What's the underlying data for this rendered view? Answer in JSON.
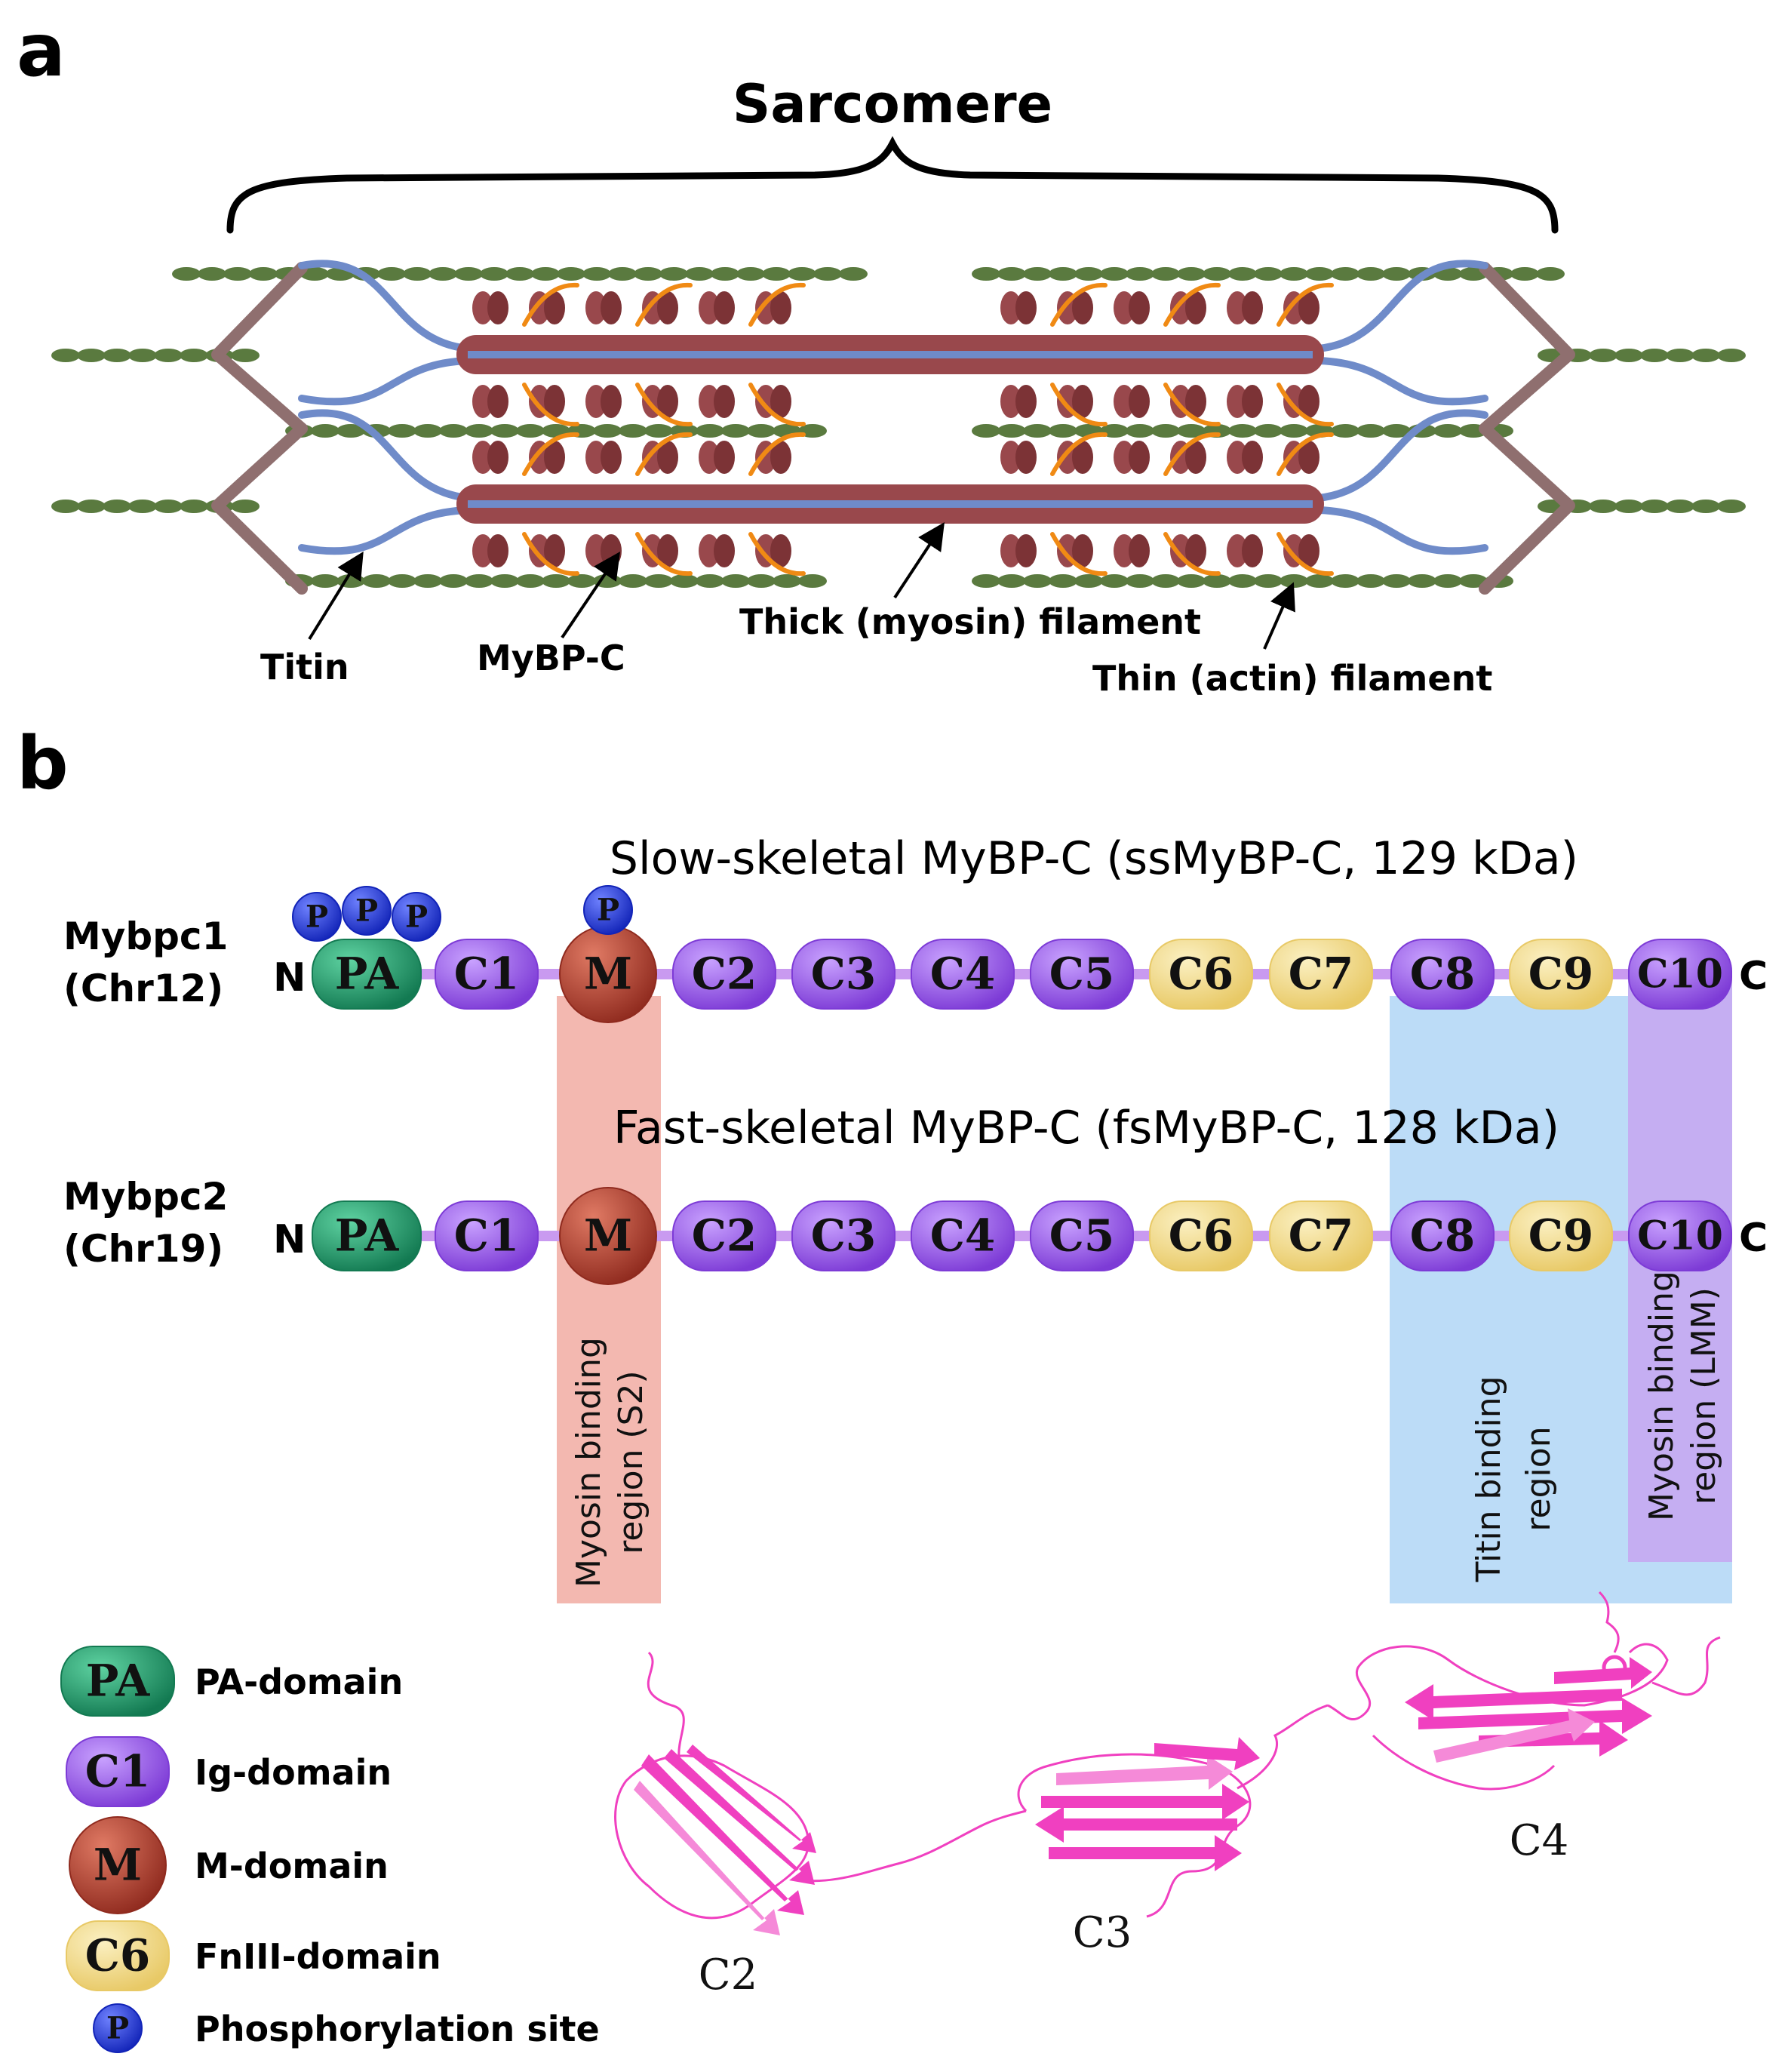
{
  "panel_a": {
    "letter": "a",
    "title": "Sarcomere",
    "labels": {
      "titin": "Titin",
      "mybpc": "MyBP-C",
      "thick": "Thick (myosin) filament",
      "thin": "Thin (actin) filament"
    }
  },
  "panel_b": {
    "letter": "b",
    "slow": {
      "title": "Slow-skeletal MyBP-C (ssMyBP-C, 129 kDa)",
      "gene": "Mybpc1",
      "chr": "(Chr12)"
    },
    "fast": {
      "title": "Fast-skeletal MyBP-C (fsMyBP-C, 128 kDa)",
      "gene": "Mybpc2",
      "chr": "(Chr19)"
    },
    "n_term": "N",
    "c_term": "C",
    "phospho_symbol": "P",
    "domains": [
      {
        "label": "PA",
        "type": "pa"
      },
      {
        "label": "C1",
        "type": "ig"
      },
      {
        "label": "M",
        "type": "m"
      },
      {
        "label": "C2",
        "type": "ig"
      },
      {
        "label": "C3",
        "type": "ig"
      },
      {
        "label": "C4",
        "type": "ig"
      },
      {
        "label": "C5",
        "type": "ig"
      },
      {
        "label": "C6",
        "type": "fn"
      },
      {
        "label": "C7",
        "type": "fn"
      },
      {
        "label": "C8",
        "type": "ig"
      },
      {
        "label": "C9",
        "type": "fn"
      },
      {
        "label": "C10",
        "type": "ig"
      }
    ],
    "regions": {
      "s2": [
        "Myosin binding",
        "region (S2)"
      ],
      "titin": [
        "Titin binding",
        "region"
      ],
      "lmm": [
        "Myosin binding",
        "region (LMM)"
      ]
    },
    "legend": [
      {
        "symbol": "PA",
        "text": "PA-domain",
        "type": "pa"
      },
      {
        "symbol": "C1",
        "text": "Ig-domain",
        "type": "ig"
      },
      {
        "symbol": "M",
        "text": "M-domain",
        "type": "m"
      },
      {
        "symbol": "C6",
        "text": "FnIII-domain",
        "type": "fn"
      },
      {
        "symbol": "P",
        "text": "Phosphorylation site",
        "type": "p"
      }
    ],
    "structure_labels": [
      "C2",
      "C3",
      "C4"
    ]
  },
  "colors": {
    "ig": "#8f4fe0",
    "pa": "#1f9a6a",
    "m": "#a83a2c",
    "fn": "#f1d98a",
    "p": "#1e2fd6",
    "linker": "#c99af0",
    "s2_region": "#f3b8b0",
    "titin_region": "#bcdcf7",
    "lmm_region": "#c5aef2",
    "myosin": "#99484c",
    "titin": "#6f8bc9",
    "actin": "#5a7a3f",
    "zdisc": "#8f6f6f",
    "mybpc": "#f08a14",
    "ribbon": "#f040c0"
  }
}
